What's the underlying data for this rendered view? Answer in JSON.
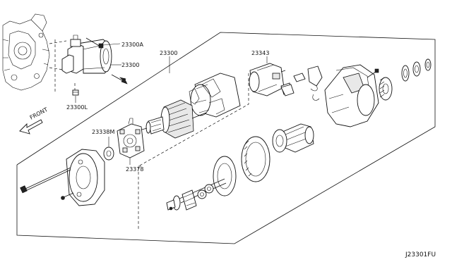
{
  "diagram": {
    "callouts": {
      "assembly_bolt": "23300A",
      "assembly_main": "23300",
      "assembly_nut": "23300L",
      "starter_assy": "23300",
      "solenoid": "23343",
      "bearing": "23338M",
      "brush_holder": "23378"
    },
    "direction_label": "FRONT",
    "diagram_code": "J23301FU"
  }
}
